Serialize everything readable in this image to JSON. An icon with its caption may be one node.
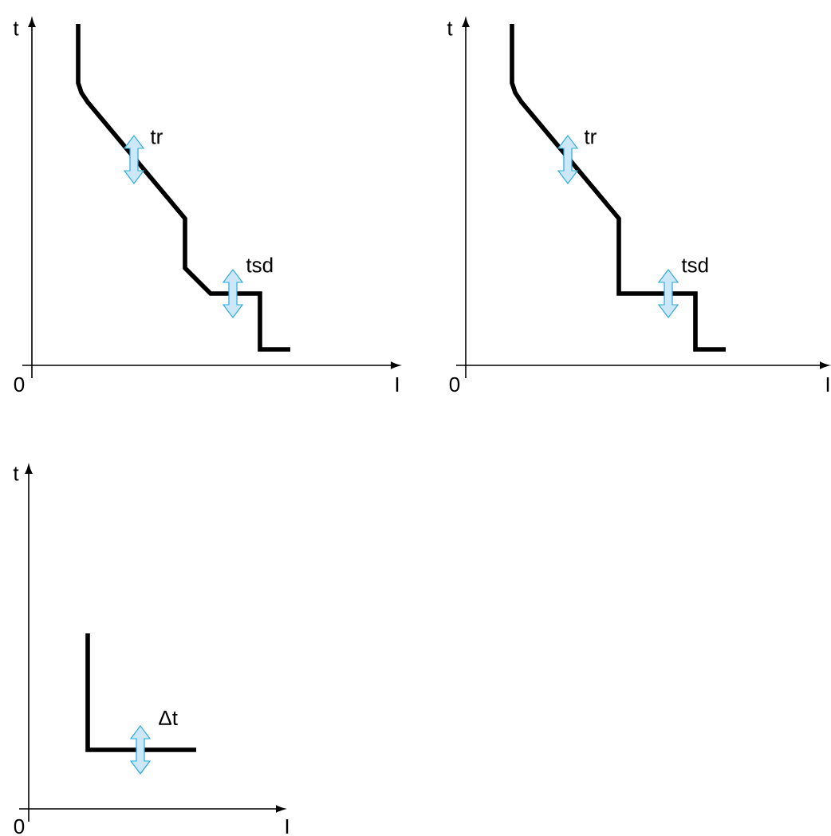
{
  "diagram": {
    "labels": [
      "t",
      "t",
      "tr",
      "tr",
      "tsd",
      "tsd",
      "0",
      "I",
      "0",
      "I",
      "t",
      "Δt",
      "0",
      "I"
    ]
  }
}
